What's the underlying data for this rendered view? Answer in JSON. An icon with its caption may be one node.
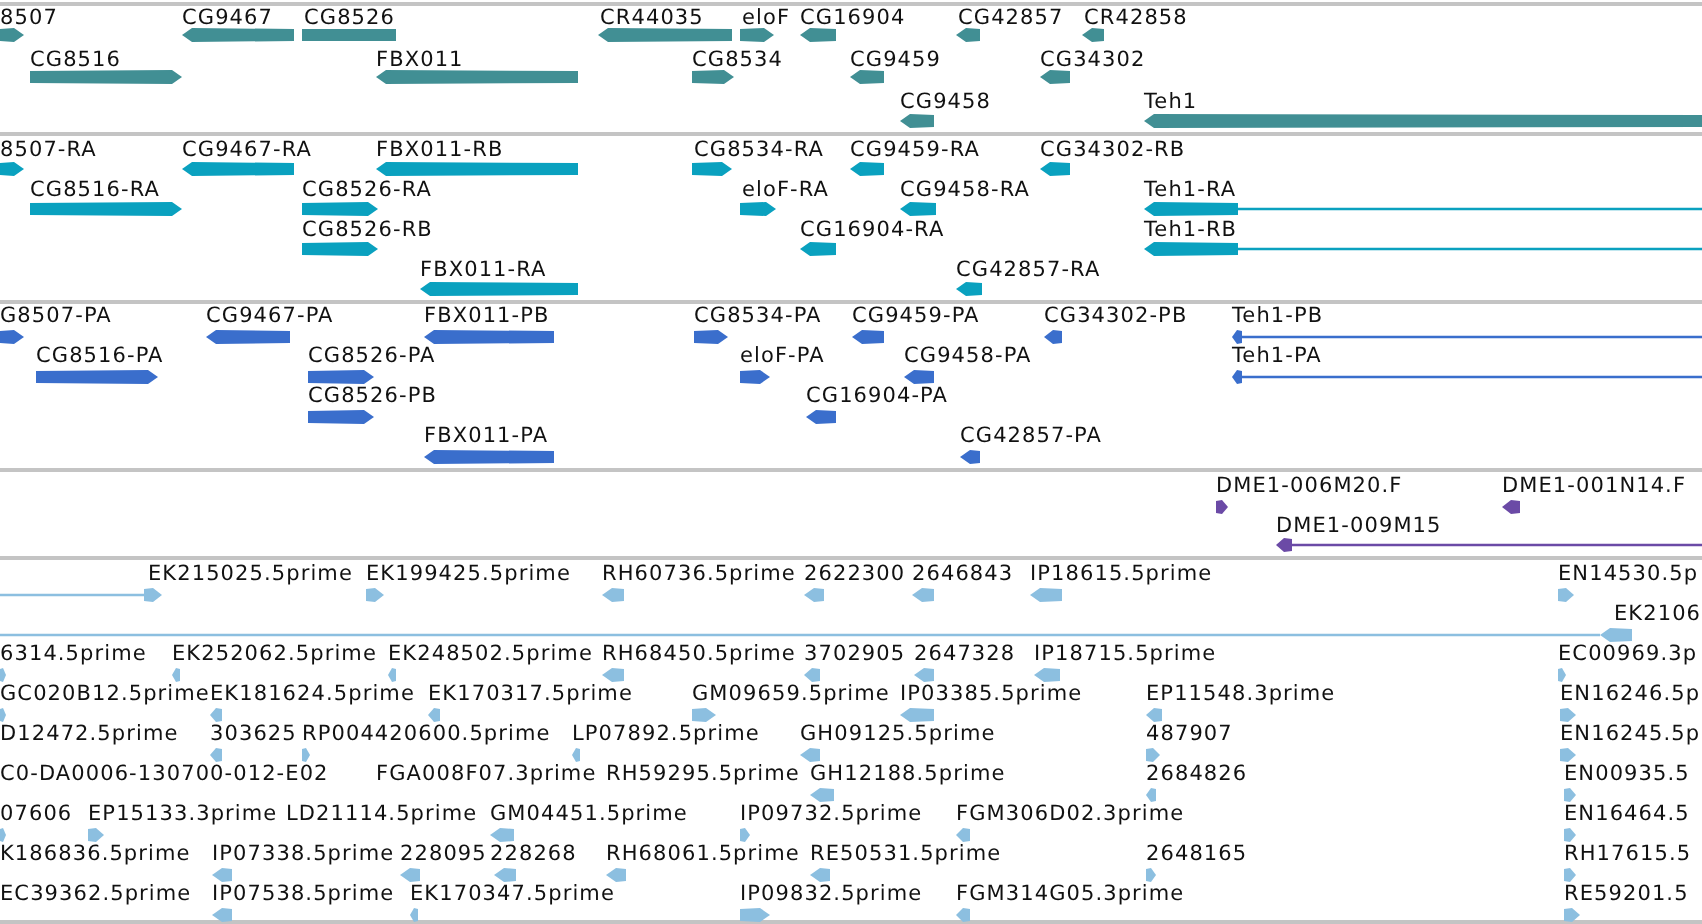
{
  "diagram": {
    "labels": [
      "8507",
      "CG9467",
      "CG8526",
      "CR44035",
      "eloF",
      "CG16904",
      "CG42857",
      "CR42858",
      "CG8516",
      "FBX011",
      "CG8534",
      "CG9459",
      "CG34302",
      "CG9458",
      "Teh1",
      "8507-RA",
      "CG9467-RA",
      "FBX011-RB",
      "CG8534-RA",
      "CG9459-RA",
      "CG34302-RB",
      "CG8516-RA",
      "CG8526-RA",
      "eloF-RA",
      "CG9458-RA",
      "Teh1-RA",
      "CG8526-RB",
      "CG16904-RA",
      "Teh1-RB",
      "FBX011-RA",
      "CG42857-RA",
      "G8507-PA",
      "CG9467-PA",
      "FBX011-PB",
      "CG8534-PA",
      "CG9459-PA",
      "CG34302-PB",
      "Teh1-PB",
      "CG8516-PA",
      "CG8526-PA",
      "eloF-PA",
      "CG9458-PA",
      "Teh1-PA",
      "CG8526-PB",
      "CG16904-PA",
      "FBX011-PA",
      "CG42857-PA",
      "DME1-006M20.F",
      "DME1-001N14.F",
      "DME1-009M15",
      "EK215025.5prime",
      "EK199425.5prime",
      "RH60736.5prime",
      "2622300",
      "2646843",
      "IP18615.5prime",
      "EN14530.5p",
      "EK2106",
      "6314.5prime",
      "EK252062.5prime",
      "EK248502.5prime",
      "RH68450.5prime",
      "3702905",
      "2647328",
      "IP18715.5prime",
      "EC00969.3p",
      "GC020B12.5prime",
      "EK181624.5prime",
      "EK170317.5prime",
      "GM09659.5prime",
      "IP03385.5prime",
      "EP11548.3prime",
      "EN16246.5p",
      "D12472.5prime",
      "303625",
      "RP004420600.5prime",
      "LP07892.5prime",
      "GH09125.5prime",
      "487907",
      "EN16245.5p",
      "C0-DA0006-130700-012-E02",
      "FGA008F07.3prime",
      "RH59295.5prime",
      "GH12188.5prime",
      "2684826",
      "EN00935.5",
      "07606",
      "EP15133.3prime",
      "LD21114.5prime",
      "GM04451.5prime",
      "IP09732.5prime",
      "FGM306D02.3prime",
      "EN16464.5",
      "K186836.5prime",
      "IP07338.5prime",
      "228095",
      "228268",
      "RH68061.5prime",
      "RE50531.5prime",
      "2648165",
      "RH17615.5",
      "EC39362.5prime",
      "IP07538.5prime",
      "EK170347.5prime",
      "IP09832.5prime",
      "FGM314G05.3prime",
      "RE59201.5"
    ]
  }
}
